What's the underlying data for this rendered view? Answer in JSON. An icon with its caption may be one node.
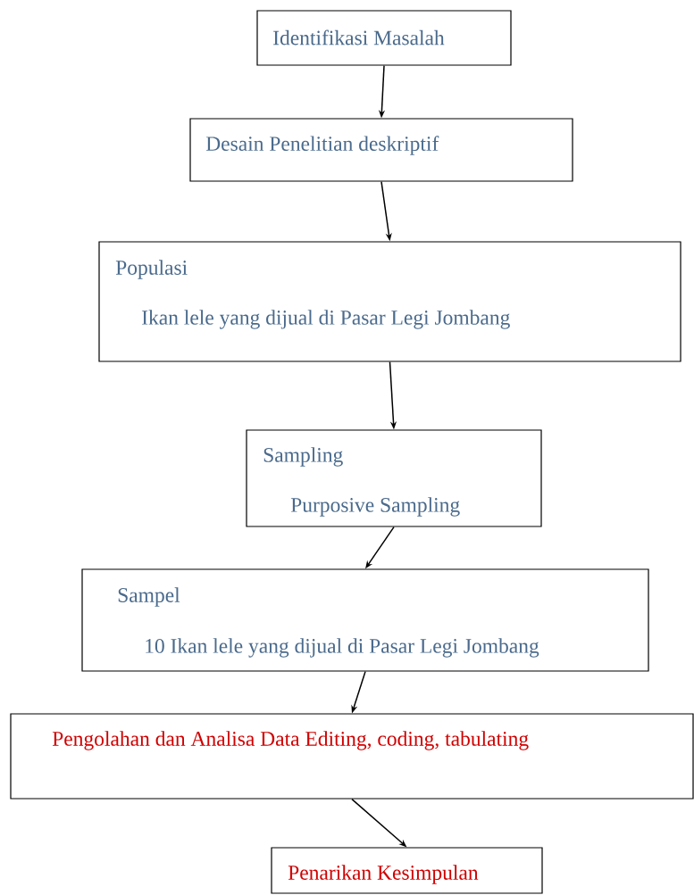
{
  "diagram": {
    "nodes": [
      {
        "text": [
          "Identifikasi Masalah"
        ]
      },
      {
        "text": [
          "Desain Penelitian deskriptif"
        ]
      },
      {
        "text": [
          "Populasi",
          "Ikan lele yang dijual di Pasar Legi Jombang"
        ]
      },
      {
        "text": [
          "Sampling",
          "Purposive Sampling"
        ]
      },
      {
        "text": [
          "Sampel",
          "10 Ikan lele yang dijual di Pasar Legi Jombang"
        ]
      },
      {
        "text": [
          "Pengolahan dan Analisa Data Editing, coding, tabulating"
        ]
      },
      {
        "text": [
          "Penarikan Kesimpulan"
        ]
      }
    ],
    "edges": [
      {
        "from": 0,
        "to": 1,
        "arrow": "to"
      },
      {
        "from": 1,
        "to": 2,
        "arrow": "to"
      },
      {
        "from": 2,
        "to": 3,
        "arrow": "to"
      },
      {
        "from": 3,
        "to": 4,
        "arrow": "to"
      },
      {
        "from": 4,
        "to": 5,
        "arrow": "to"
      },
      {
        "from": 5,
        "to": 6,
        "arrow": "to"
      }
    ]
  }
}
